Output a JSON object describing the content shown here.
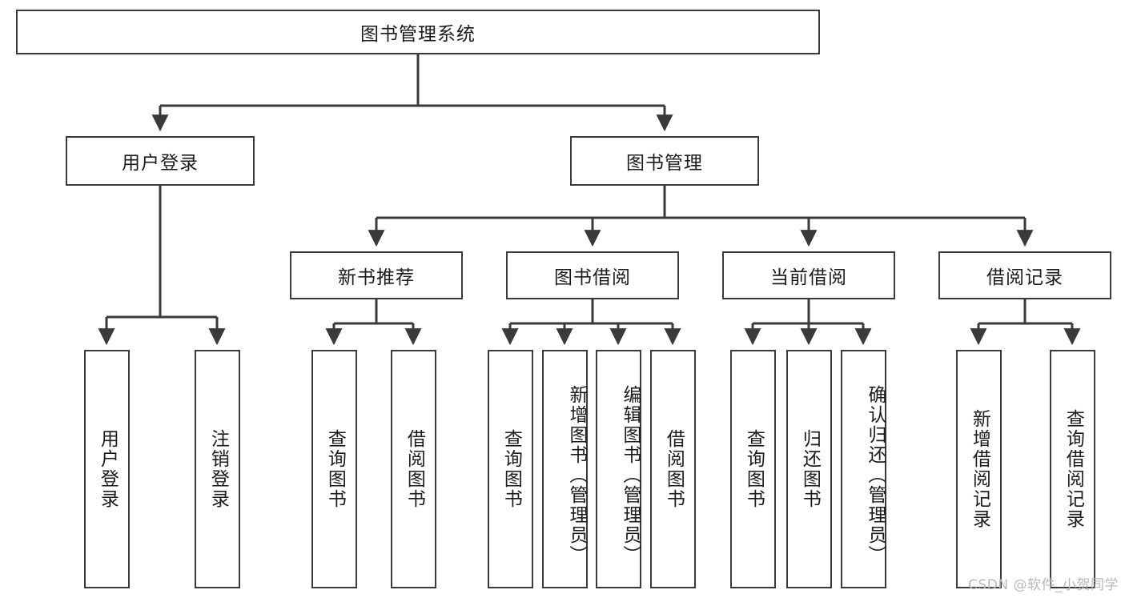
{
  "diagram": {
    "title": "图书管理系统",
    "root": {
      "label": "图书管理系统"
    },
    "level2": [
      {
        "label": "用户登录"
      },
      {
        "label": "图书管理"
      }
    ],
    "level3": [
      {
        "label": "新书推荐"
      },
      {
        "label": "图书借阅"
      },
      {
        "label": "当前借阅"
      },
      {
        "label": "借阅记录"
      }
    ],
    "leaves": [
      {
        "label": "用户登录"
      },
      {
        "label": "注销登录"
      },
      {
        "label": "查询图书"
      },
      {
        "label": "借阅图书"
      },
      {
        "label": "查询图书"
      },
      {
        "label": "新增图书（管理员）"
      },
      {
        "label": "编辑图书（管理员）"
      },
      {
        "label": "借阅图书"
      },
      {
        "label": "查询图书"
      },
      {
        "label": "归还图书"
      },
      {
        "label": "确认归还（管理员）"
      },
      {
        "label": "新增借阅记录"
      },
      {
        "label": "查询借阅记录"
      }
    ],
    "watermark": "CSDN @软件_小贺同学",
    "colors": {
      "stroke": "#3a3a3a",
      "fill": "#ffffff",
      "text": "#1b1b1b",
      "watermark": "#b9b9b9"
    }
  }
}
